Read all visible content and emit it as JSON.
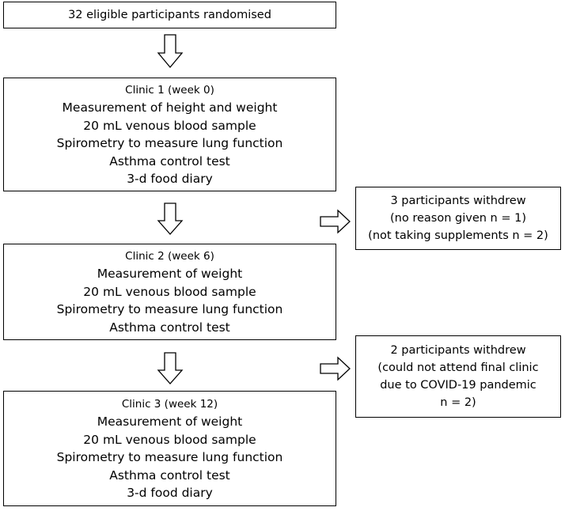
{
  "start": {
    "text": "32 eligible participants randomised"
  },
  "clinics": [
    {
      "heading": "Clinic 1 (week 0)",
      "items": [
        "Measurement of height and weight",
        "20 mL venous blood sample",
        "Spirometry to measure lung function",
        "Asthma control test",
        "3-d food diary"
      ]
    },
    {
      "heading": "Clinic 2 (week 6)",
      "items": [
        "Measurement of weight",
        "20 mL venous blood sample",
        "Spirometry to measure lung function",
        "Asthma control test"
      ]
    },
    {
      "heading": "Clinic 3 (week 12)",
      "items": [
        "Measurement of weight",
        "20 mL venous blood sample",
        "Spirometry to measure lung function",
        "Asthma control test",
        "3-d food diary"
      ]
    }
  ],
  "withdrawals": [
    {
      "lines": [
        "3 participants withdrew",
        "(no reason given n = 1)",
        "(not taking supplements n = 2)"
      ]
    },
    {
      "lines": [
        "2 participants withdrew",
        "(could not attend final clinic",
        "due to COVID-19 pandemic",
        "n = 2)"
      ]
    }
  ]
}
